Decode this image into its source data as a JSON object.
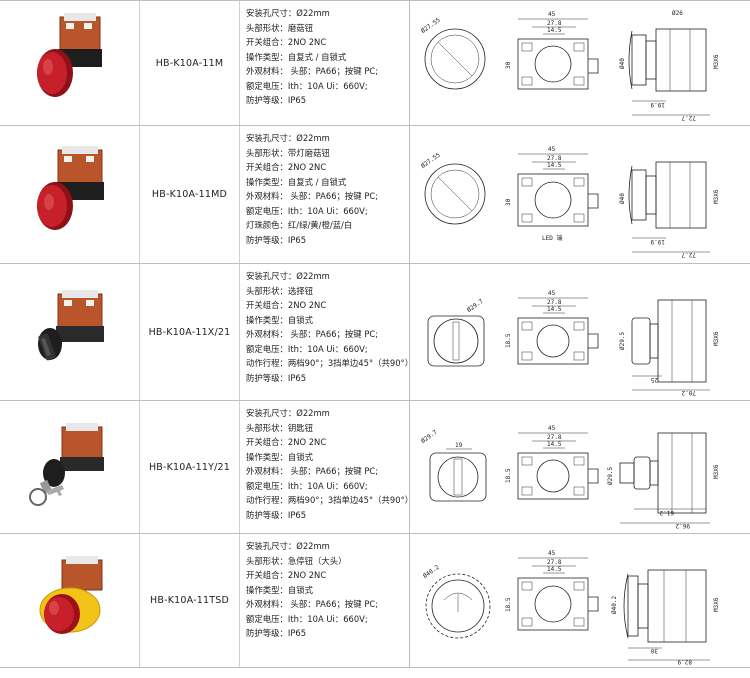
{
  "rows": [
    {
      "model": "HB-K10A-11M",
      "specs": [
        "安装孔尺寸：Ø22mm",
        "头部形状：磨菇钮",
        "开关组合：2NO 2NC",
        "操作类型：自复式 / 自锁式",
        "外观材料：  头部：PA66；按键 PC;",
        "额定电压：Ith：10A Ui：660V;",
        "防护等级：IP65"
      ],
      "dims": {
        "d_front": "Ø27.55",
        "w_total": "45",
        "w_mid": "27.8",
        "w_small": "14.5",
        "h_left": "30",
        "dia_side": "Ø40",
        "side_a": "19.9",
        "side_b": "72.7",
        "term": "M3X6",
        "top": "Ø26"
      }
    },
    {
      "model": "HB-K10A-11MD",
      "specs": [
        "安装孔尺寸：Ø22mm",
        "头部形状：带灯磨菇钮",
        "开关组合：2NO 2NC",
        "操作类型：自复式 / 自锁式",
        "外观材料：  头部：PA66；按键 PC;",
        "额定电压：Ith：10A Ui：660V;",
        "灯珠颜色：红/绿/黄/橙/蓝/白",
        "防护等级：IP65"
      ],
      "dims": {
        "d_front": "Ø27.55",
        "w_total": "45",
        "w_mid": "27.8",
        "w_small": "14.5",
        "h_left": "30",
        "dia_side": "Ø40",
        "side_a": "19.9",
        "side_b": "72.7",
        "term": "M3X6",
        "led": "LED 端"
      }
    },
    {
      "model": "HB-K10A-11X/21",
      "specs": [
        "安装孔尺寸：Ø22mm",
        "头部形状：选择钮",
        "开关组合：2NO 2NC",
        "操作类型：自锁式",
        "外观材料：  头部：PA66；按键 PC;",
        "额定电压：Ith：10A Ui：660V;",
        "动作行程：两档90°；3挡单边45°（共90°）",
        "防护等级：IP65"
      ],
      "dims": {
        "d_front": "Ø29.7",
        "w_total": "45",
        "w_mid": "27.8",
        "w_small": "14.5",
        "h_left": "18.5",
        "dia_side": "Ø29.5",
        "side_a": "25",
        "side_b": "70.2",
        "term": "M3X6"
      }
    },
    {
      "model": "HB-K10A-11Y/21",
      "specs": [
        "安装孔尺寸：Ø22mm",
        "头部形状：钥匙钮",
        "开关组合：2NO 2NC",
        "操作类型：自锁式",
        "外观材料：  头部：PA66；按键 PC;",
        "额定电压：Ith：10A Ui：660V;",
        "动作行程：两档90°；3挡单边45°（共90°）",
        "防护等级：IP65"
      ],
      "dims": {
        "d_front": "Ø29.7",
        "w_total": "45",
        "w_mid": "27.8",
        "w_small": "14.5",
        "key_w": "19",
        "h_left": "18.5",
        "dia_side": "Ø29.5",
        "side_a": "61.2",
        "side_b": "96.2",
        "term": "M3X6"
      }
    },
    {
      "model": "HB-K10A-11TSD",
      "specs": [
        "安装孔尺寸：Ø22mm",
        "头部形状：急停钮（大头）",
        "开关组合：2NO 2NC",
        "操作类型：自锁式",
        "外观材料：  头部：PA66；按键 PC;",
        "额定电压：Ith：10A Ui：660V;",
        "防护等级：IP65"
      ],
      "dims": {
        "d_front": "Ø40.2",
        "w_total": "45",
        "w_mid": "27.8",
        "w_small": "14.5",
        "h_left": "18.5",
        "dia_side": "Ø40.2",
        "side_a": "30",
        "side_b": "82.9",
        "term": "M3X6"
      }
    }
  ],
  "colors": {
    "red_cap": "#c8202a",
    "estop_yellow": "#f2c318",
    "black_body": "#1e1e1e",
    "contact_block": "#b9552a",
    "line": "#222222",
    "grid": "#bdbdbd"
  },
  "icons": [
    "mushroom-button-photo",
    "illuminated-mushroom-button-photo",
    "selector-switch-photo",
    "key-switch-photo",
    "emergency-stop-button-photo"
  ]
}
